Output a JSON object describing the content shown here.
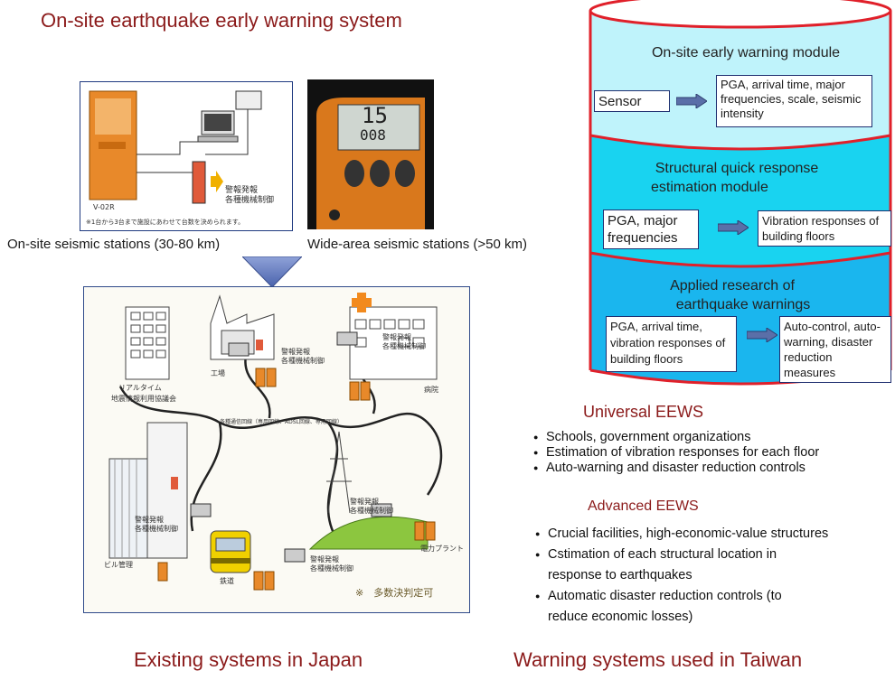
{
  "title_left": "On-site earthquake early warning system",
  "stations": {
    "onsite_caption": "On-site seismic stations (30-80 km)",
    "widearea_caption": "Wide-area seismic stations (>50 km)",
    "device_label": "V-02R",
    "alert_label_line1": "警報発報",
    "alert_label_line2": "各種機械制御",
    "note": "※1台から3台まで施設にあわせて台数を決められます。",
    "display_top": "15",
    "display_bottom": "008"
  },
  "japan_diagram": {
    "labels": {
      "realtime": "リアルタイム",
      "assoc": "地震情報利用協議会",
      "factory": "工場",
      "hospital": "病院",
      "building_mgmt": "ビル管理",
      "railway": "鉄道",
      "power_plant": "電力プラント",
      "comm_line": "各種通信回線（専用回線、ADSL回線、専用回線）",
      "alert1": "警報発報",
      "alert2": "各種機械制御",
      "majority": "※　多数決判定可"
    }
  },
  "caption_japan": "Existing systems in Japan",
  "cylinder": {
    "module1": {
      "title": "On-site early warning module",
      "input": "Sensor",
      "output": "PGA, arrival time, major frequencies, scale, seismic intensity"
    },
    "module2": {
      "title_line1": "Structural quick response",
      "title_line2": "estimation module",
      "input": "PGA, major frequencies",
      "output": "Vibration responses of building floors"
    },
    "module3": {
      "title_line1": "Applied research of",
      "title_line2": "earthquake warnings",
      "input": "PGA, arrival time, vibration responses of building floors",
      "output": "Auto-control, auto-warning, disaster reduction measures"
    },
    "colors": {
      "rim": "#e0202a",
      "m1": "#bff3fb",
      "m2": "#19d3f0",
      "m3": "#1ab6ee"
    }
  },
  "universal": {
    "heading": "Universal EEWS",
    "items": [
      "Schools, government organizations",
      "Estimation of vibration responses for each floor",
      "Auto-warning and disaster reduction controls"
    ]
  },
  "advanced": {
    "heading": "Advanced EEWS",
    "items": [
      "Crucial facilities, high-economic-value structures",
      "Cstimation of each structural location in",
      "response to earthquakes",
      "Automatic disaster reduction controls (to",
      "reduce economic losses)"
    ]
  },
  "caption_taiwan": "Warning systems used in Taiwan"
}
